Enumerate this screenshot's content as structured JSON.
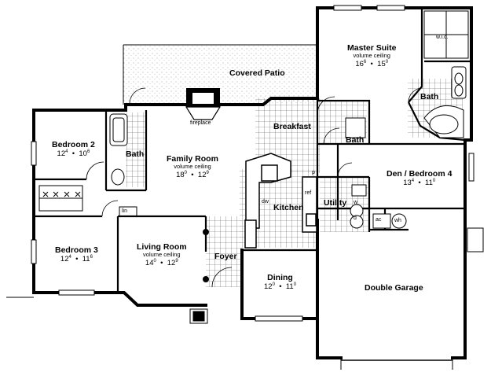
{
  "rooms": {
    "covered_patio": {
      "name": "Covered Patio"
    },
    "master_suite": {
      "name": "Master Suite",
      "note": "volume ceiling",
      "w": "16",
      "w_in": "6",
      "d": "15",
      "d_in": "0"
    },
    "wic": {
      "name": "w.i.c."
    },
    "master_bath": {
      "name": "Bath"
    },
    "bedroom2": {
      "name": "Bedroom 2",
      "w": "12",
      "w_in": "4",
      "d": "10",
      "d_in": "6"
    },
    "bath2": {
      "name": "Bath"
    },
    "fireplace": {
      "name": "fireplace"
    },
    "family_room": {
      "name": "Family Room",
      "note": "volume ceiling",
      "w": "18",
      "w_in": "0",
      "d": "12",
      "d_in": "9"
    },
    "breakfast": {
      "name": "Breakfast"
    },
    "bath3": {
      "name": "Bath"
    },
    "den": {
      "name": "Den / Bedroom 4",
      "w": "13",
      "w_in": "4",
      "d": "11",
      "d_in": "0"
    },
    "lin": {
      "name": "lin"
    },
    "dw": {
      "name": "dw"
    },
    "p": {
      "name": "p"
    },
    "ref": {
      "name": "ref"
    },
    "kitchen": {
      "name": "Kitchen"
    },
    "utility": {
      "name": "Utility"
    },
    "washer": {
      "name": "w"
    },
    "dryer": {
      "name": "d"
    },
    "ac": {
      "name": "ac"
    },
    "wh": {
      "name": "wh"
    },
    "bedroom3": {
      "name": "Bedroom 3",
      "w": "12",
      "w_in": "4",
      "d": "11",
      "d_in": "6"
    },
    "living_room": {
      "name": "Living Room",
      "note": "volume ceiling",
      "w": "14",
      "w_in": "0",
      "d": "12",
      "d_in": "9"
    },
    "foyer": {
      "name": "Foyer"
    },
    "dining": {
      "name": "Dining",
      "w": "12",
      "w_in": "0",
      "d": "11",
      "d_in": "0"
    },
    "garage": {
      "name": "Double Garage"
    }
  },
  "separator": "•"
}
